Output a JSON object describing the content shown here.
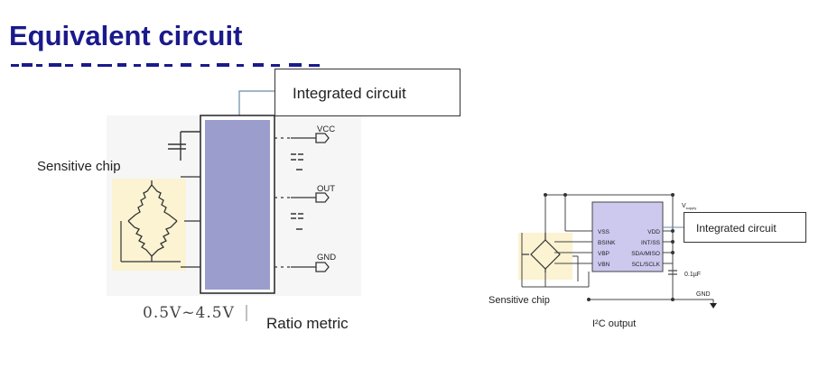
{
  "title": "Equivalent circuit",
  "left_diagram": {
    "callout": "Integrated circuit",
    "sensor_label": "Sensitive chip",
    "pins": [
      "VCC",
      "OUT",
      "GND"
    ],
    "range_label": "0.5V~4.5V",
    "ratio_label": "Ratio metric"
  },
  "right_diagram": {
    "callout": "Integrated circuit",
    "sensor_label": "Sensitive chip",
    "output_label": "I²C output",
    "chip_pins_left": [
      "VSS",
      "BSINK",
      "VBP",
      "VBN"
    ],
    "chip_pins_right": [
      "VDD",
      "INT/SS",
      "SDA/MISO",
      "SCL/SCLK"
    ],
    "supply_label": "V",
    "supply_sub": "supply",
    "cap_label": "0.1µF",
    "gnd_label": "GND"
  },
  "colors": {
    "title": "#1a1a8c",
    "chip_fill": "#9b9dcc",
    "sensor_bg": "#fbf3d2"
  }
}
